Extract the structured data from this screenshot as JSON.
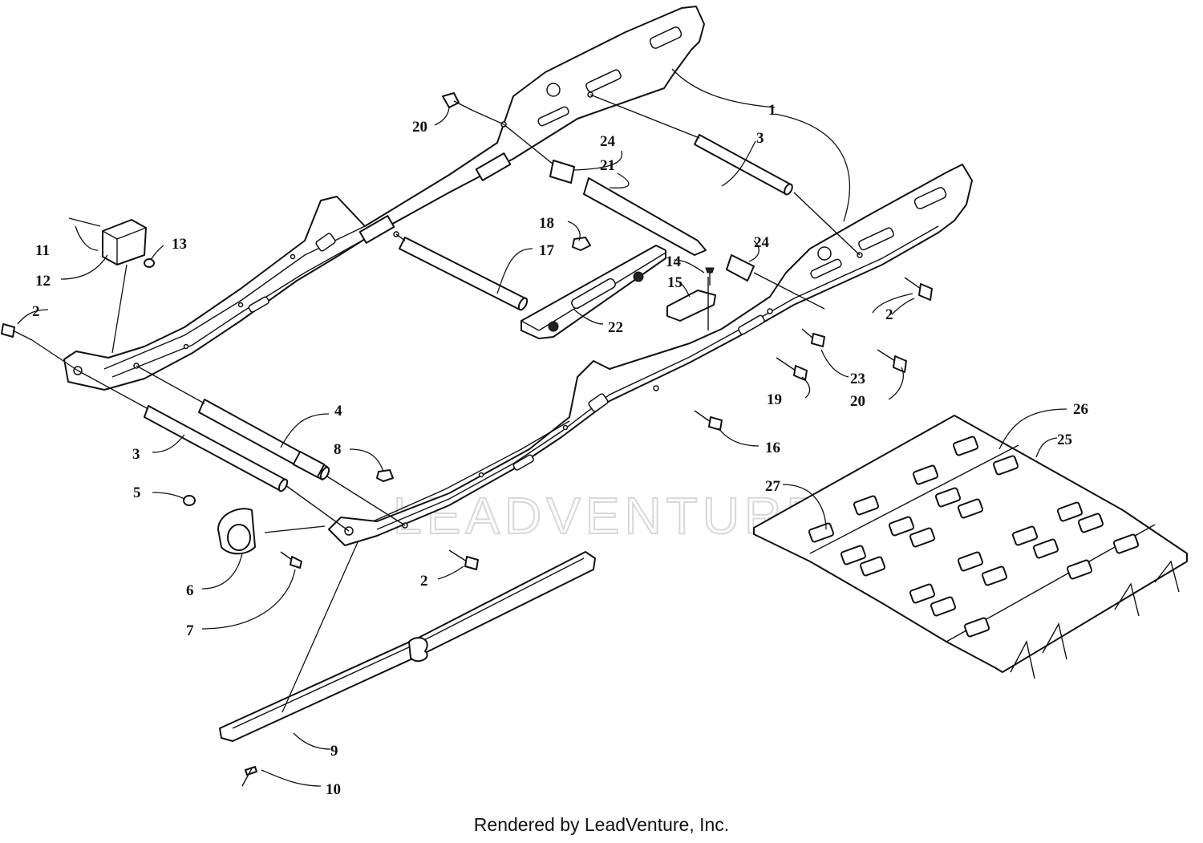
{
  "watermark": "LEADVENTURE",
  "footer": "Rendered by LeadVenture, Inc.",
  "callouts": [
    {
      "id": "c1",
      "text": "1"
    },
    {
      "id": "c2a",
      "text": "2"
    },
    {
      "id": "c2b",
      "text": "2"
    },
    {
      "id": "c2c",
      "text": "2"
    },
    {
      "id": "c3a",
      "text": "3"
    },
    {
      "id": "c3b",
      "text": "3"
    },
    {
      "id": "c4",
      "text": "4"
    },
    {
      "id": "c5",
      "text": "5"
    },
    {
      "id": "c6",
      "text": "6"
    },
    {
      "id": "c7",
      "text": "7"
    },
    {
      "id": "c8",
      "text": "8"
    },
    {
      "id": "c9",
      "text": "9"
    },
    {
      "id": "c10",
      "text": "10"
    },
    {
      "id": "c11",
      "text": "11"
    },
    {
      "id": "c12",
      "text": "12"
    },
    {
      "id": "c13",
      "text": "13"
    },
    {
      "id": "c14",
      "text": "14"
    },
    {
      "id": "c15",
      "text": "15"
    },
    {
      "id": "c16",
      "text": "16"
    },
    {
      "id": "c17",
      "text": "17"
    },
    {
      "id": "c18",
      "text": "18"
    },
    {
      "id": "c19",
      "text": "19"
    },
    {
      "id": "c20a",
      "text": "20"
    },
    {
      "id": "c20b",
      "text": "20"
    },
    {
      "id": "c21",
      "text": "21"
    },
    {
      "id": "c22",
      "text": "22"
    },
    {
      "id": "c23",
      "text": "23"
    },
    {
      "id": "c24a",
      "text": "24"
    },
    {
      "id": "c24b",
      "text": "24"
    },
    {
      "id": "c25",
      "text": "25"
    },
    {
      "id": "c26",
      "text": "26"
    },
    {
      "id": "c27",
      "text": "27"
    }
  ]
}
